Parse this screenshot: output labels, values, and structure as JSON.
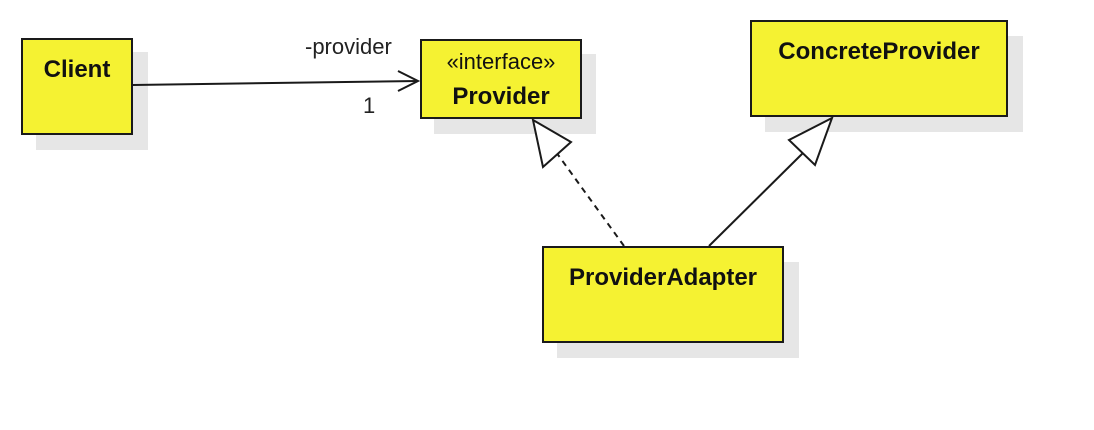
{
  "classes": {
    "client": {
      "name": "Client"
    },
    "provider": {
      "stereotype": "«interface»",
      "name": "Provider"
    },
    "concrete_provider": {
      "name": "ConcreteProvider"
    },
    "provider_adapter": {
      "name": "ProviderAdapter"
    }
  },
  "association": {
    "role": "-provider",
    "multiplicity": "1"
  },
  "colors": {
    "class_fill": "#f5f232",
    "border": "#1a1a1a",
    "shadow": "#e6e6e6"
  }
}
